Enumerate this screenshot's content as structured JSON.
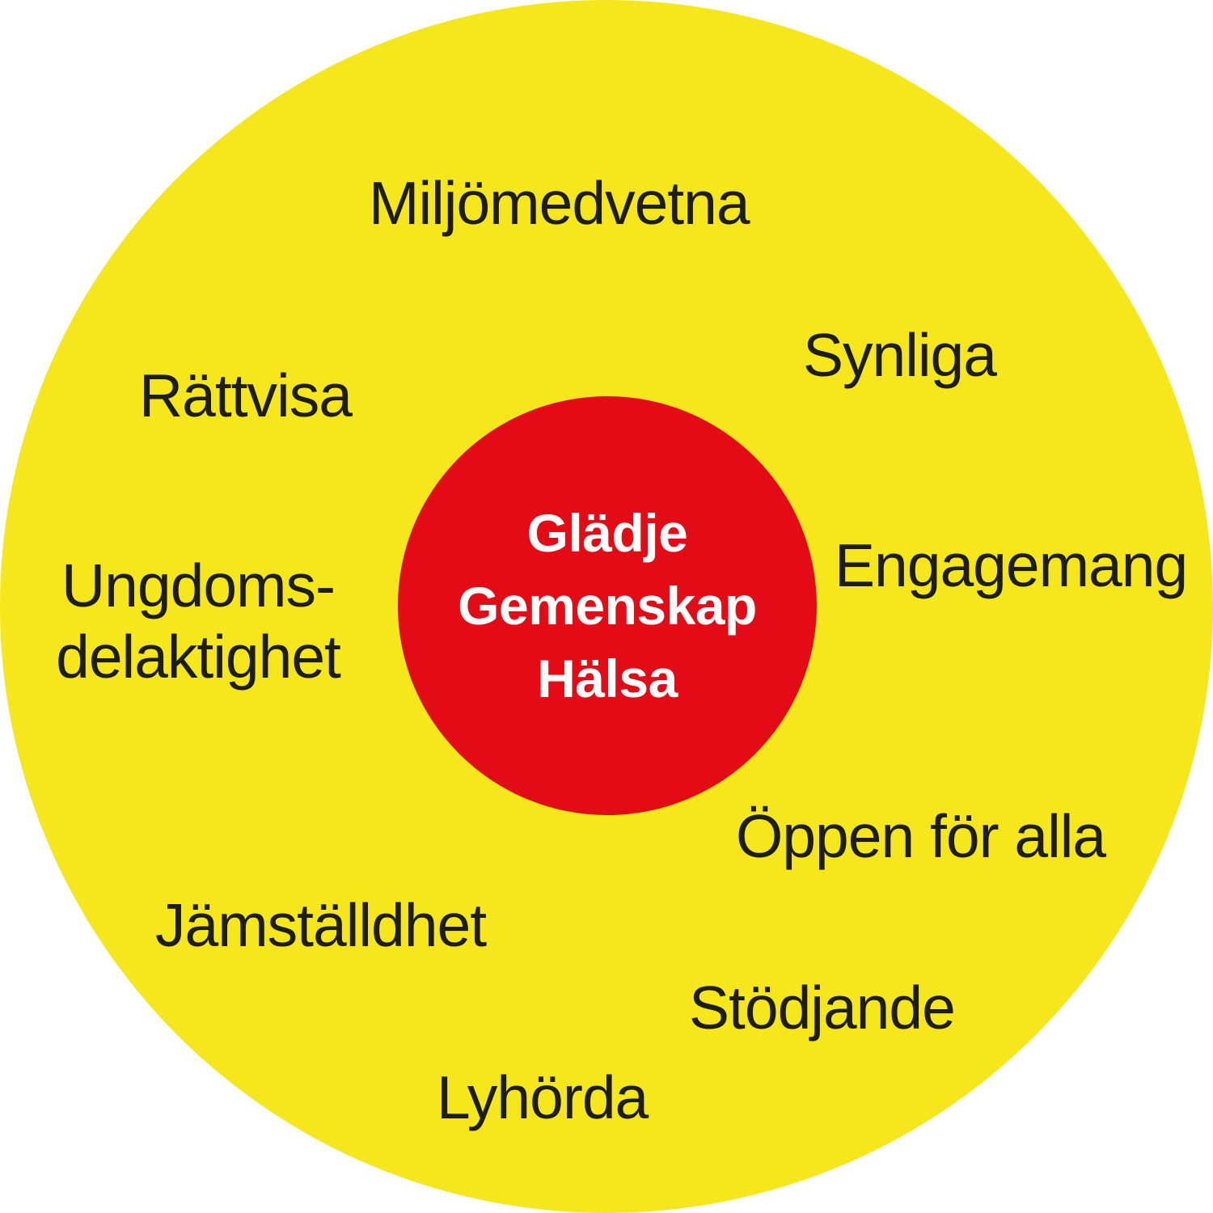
{
  "colors": {
    "page_background": "#FFFFFF",
    "outer_circle": "#F5E71C",
    "core_circle": "#E30B15",
    "label_text": "#1D1D1B",
    "core_text": "#FFFFFF"
  },
  "core": {
    "lines": [
      "Glädje",
      "Gemenskap",
      "Hälsa"
    ]
  },
  "values": [
    {
      "label": "Miljömedvetna"
    },
    {
      "label": "Synliga"
    },
    {
      "label": "Rättvisa"
    },
    {
      "label": "Engagemang"
    },
    {
      "lines": [
        "Ungdoms-",
        "delaktighet"
      ]
    },
    {
      "label": "Öppen för alla"
    },
    {
      "label": "Jämställdhet"
    },
    {
      "label": "Stödjande"
    },
    {
      "label": "Lyhörda"
    }
  ]
}
